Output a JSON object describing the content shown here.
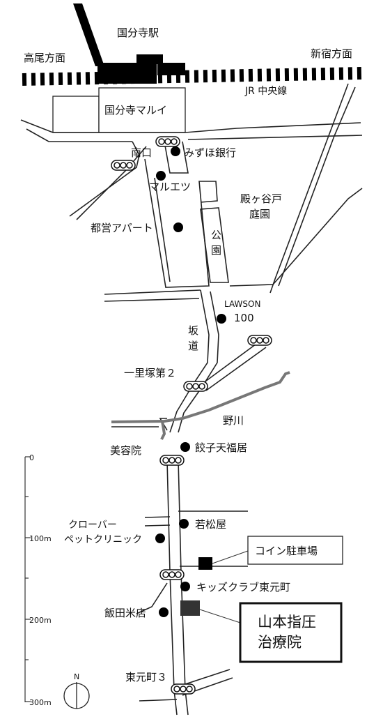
{
  "station": {
    "name": "国分寺駅",
    "left_direction": "高尾方面",
    "right_direction": "新宿方面",
    "line": "JR 中央線",
    "mall": "国分寺マルイ"
  },
  "landmarks": {
    "south_exit": "南口",
    "mizuho": "みずほ銀行",
    "maruetsu": "マルエツ",
    "toei": "都営アパート",
    "tonogayato": [
      "殿ヶ谷戸",
      "庭園"
    ],
    "park": [
      "公",
      "園"
    ],
    "lawson": "LAWSON",
    "lawson_num": "100",
    "slope": [
      "坂",
      "道"
    ],
    "ichirizuka": "一里塚第２",
    "river": "野川",
    "beauty": "美容院",
    "gyoza": "餃子天福居",
    "wakamatsu": "若松屋",
    "clover": [
      "クローバー",
      "ペットクリニック"
    ],
    "coin_parking": "コイン駐車場",
    "kids_club": "キッズクラブ東元町",
    "iida": "飯田米店",
    "target": [
      "山本指圧",
      "治療院"
    ],
    "higashimotomachi": "東元町３"
  },
  "scale": {
    "ticks": [
      "0",
      "100m",
      "200m",
      "300m"
    ]
  },
  "compass": {
    "north": "N"
  }
}
